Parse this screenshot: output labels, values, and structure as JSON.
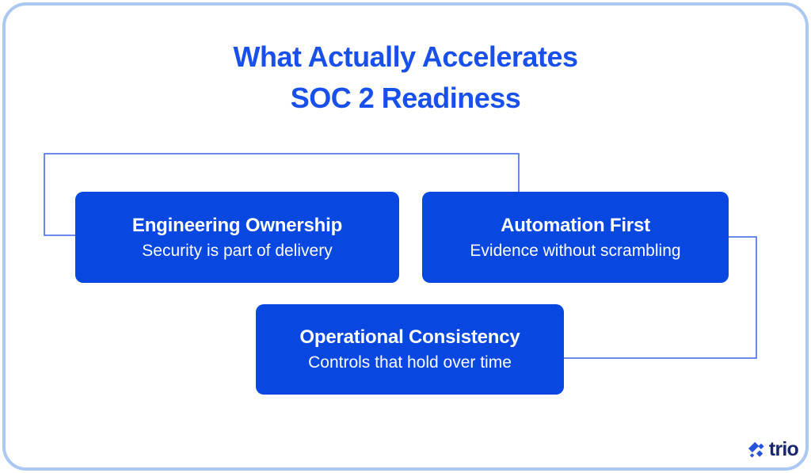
{
  "title": {
    "line1": "What Actually Accelerates",
    "line2": "SOC 2 Readiness"
  },
  "nodes": [
    {
      "heading": "Engineering Ownership",
      "subtitle": "Security is part of delivery"
    },
    {
      "heading": "Automation First",
      "subtitle": "Evidence without scrambling"
    },
    {
      "heading": "Operational Consistency",
      "subtitle": "Controls that hold over time"
    }
  ],
  "logo": {
    "text": "trio"
  },
  "colors": {
    "title_text": "#1950ec",
    "node_bg": "#0847e0",
    "node_text": "#ffffff",
    "connector": "#3a64e6",
    "card_border": "#abc8f2",
    "logo_icon": "#2653dd",
    "logo_text": "#18266f"
  }
}
